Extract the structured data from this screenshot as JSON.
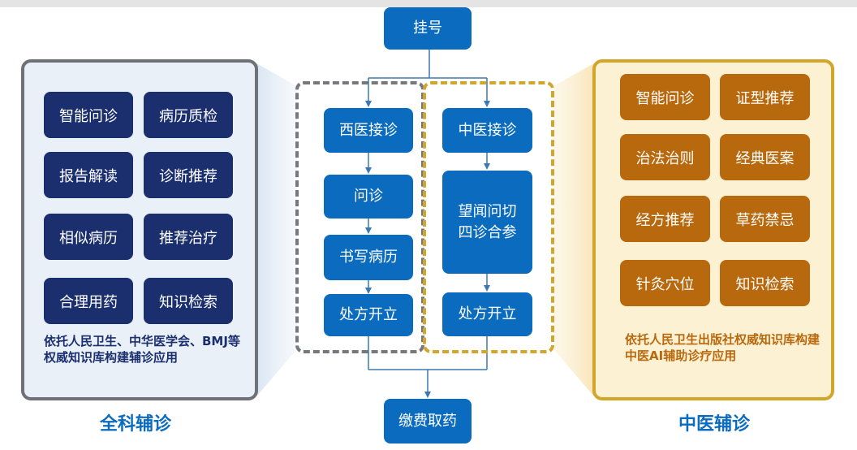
{
  "flow": {
    "start": "挂号",
    "end": "缴费取药",
    "western": [
      "西医接诊",
      "问诊",
      "书写病历",
      "处方开立"
    ],
    "tcm": [
      "中医接诊",
      "望闻问切\n四诊合参",
      "处方开立"
    ]
  },
  "general": {
    "items": [
      "智能问诊",
      "病历质检",
      "报告解读",
      "诊断推荐",
      "相似病历",
      "推荐治疗",
      "合理用药",
      "知识检索"
    ],
    "note": "依托人民卫生、中华医学会、BMJ等权威知识库构建辅诊应用",
    "title": "全科辅诊"
  },
  "tcm_panel": {
    "items": [
      "智能问诊",
      "证型推荐",
      "治法治则",
      "经典医案",
      "经方推荐",
      "草药禁忌",
      "针灸穴位",
      "知识检索"
    ],
    "note": "依托人民卫生出版社权威知识库构建中医AI辅助诊疗应用",
    "title": "中医辅诊"
  },
  "colors": {
    "flow_box": "#0a6bbf",
    "general_box": "#1b2f6e",
    "tcm_box": "#b8680d",
    "general_panel_bg": "#e9f0f8",
    "tcm_panel_bg": "#fdf1d3",
    "caption": "#0a6bbf"
  }
}
